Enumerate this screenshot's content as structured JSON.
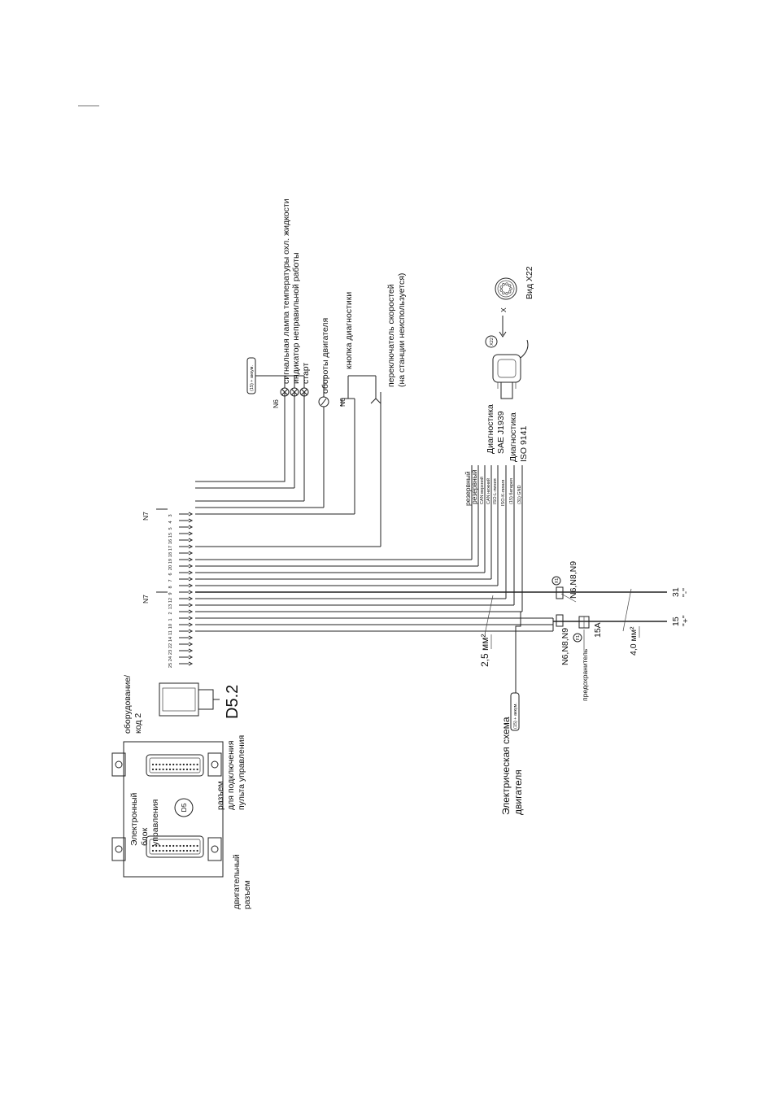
{
  "ecu": {
    "circle_code": "D5",
    "label_lines": [
      "Электронный",
      "блок",
      "управления"
    ],
    "engine_connector_lines": [
      "двигательный",
      "разъем"
    ],
    "panel_connector_lines": [
      "разъем",
      "для подключения",
      "пульта управления"
    ]
  },
  "equipment": {
    "label_lines": [
      "оборудование/",
      "код 2"
    ],
    "code": "D5.2"
  },
  "engine_scheme_lines": [
    "Электрическая схема",
    "двигателя"
  ],
  "pin_numbers": [
    "25",
    "24",
    "23",
    "22",
    "14",
    "11",
    "10",
    "1",
    "2",
    "13",
    "12",
    "9",
    "8",
    "7",
    "6",
    "20",
    "19",
    "18",
    "17",
    "16",
    "15",
    "5",
    "4",
    "3"
  ],
  "n7_label": "N7",
  "n6_label": "N6",
  "indicators": {
    "battery_tag": "(15) + аккум.",
    "coolant_lamp": "сигнальная лампа температуры охл. жидкости",
    "fault_indicator": "индикатор неправильной работы",
    "start": "старт",
    "engine_speed": "обороты двигателя",
    "diag_button": "кнопка диагностики",
    "speed_switch": "переключатель скоростей",
    "speed_switch_note": "(на станции неиспользуется)"
  },
  "diag_lines": {
    "reserve1": "резервный",
    "reserve2": "резервный",
    "can_high": "CAN верхний",
    "can_low": "CAN нижний",
    "iso_l": "ISO-L-линия",
    "iso_k": "ISO-K-линия",
    "battery15": "(15) батарея",
    "gnd31": "(31) GND"
  },
  "diagnostics": {
    "sae_lines": [
      "Диагностика",
      "SAE J1939"
    ],
    "iso_lines": [
      "Диагностика",
      "ISO 9141"
    ],
    "x22_circle": "X22",
    "view_label": "Вид X22",
    "x_label": "X"
  },
  "wiring": {
    "wire_25": "2,5 мм²",
    "wire_40": "4,0 мм²",
    "n6n8n9_top": "N6,N8,N9",
    "n6n8n9_bottom": "N6,N8,N9",
    "fuse_label": "предохранитель",
    "fuse_code": "F1",
    "fuse_rating": "15А",
    "battery_tag_bottom": "(15) + аккум.",
    "term31": "31",
    "term31_sign": "\"-\"",
    "term15": "15",
    "term15_sign": "\"+\"",
    "x1_circle": "X1"
  }
}
